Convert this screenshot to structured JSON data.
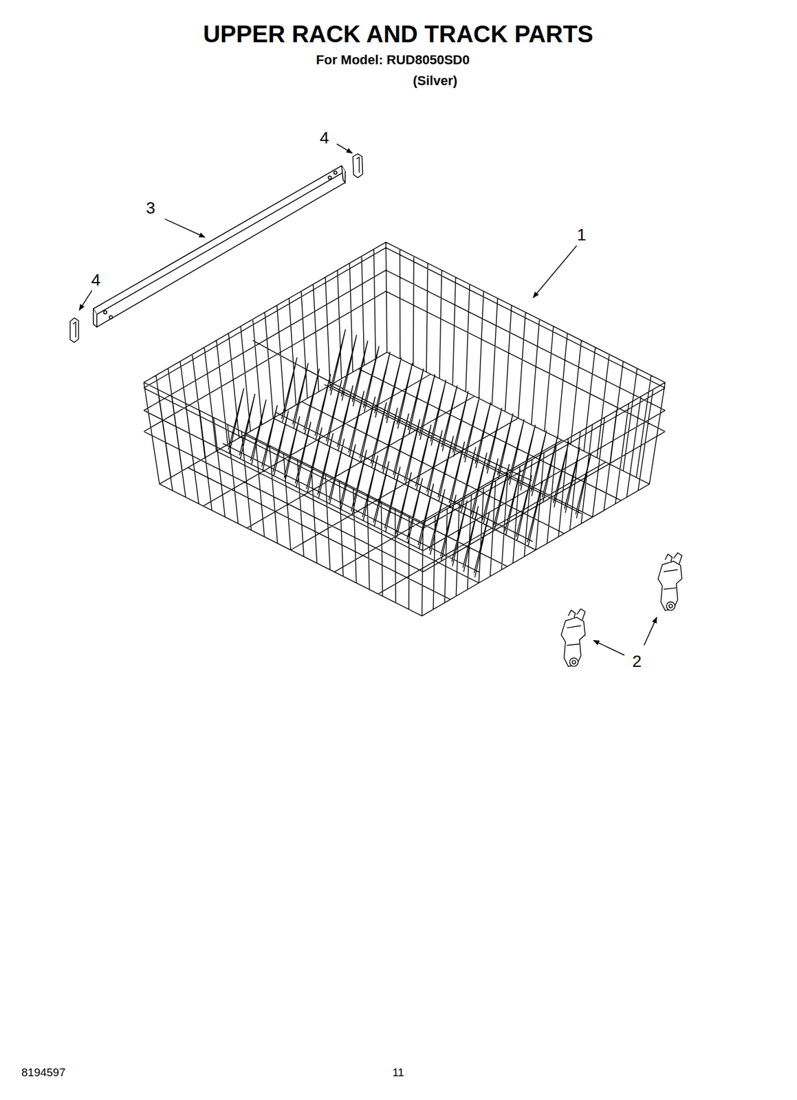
{
  "diagram": {
    "title": "UPPER RACK AND TRACK PARTS",
    "labels": [
      "For Model: RUD8050SD0",
      "(Silver)",
      "4",
      "3",
      "4",
      "1",
      "2",
      "8194597",
      "11"
    ]
  }
}
